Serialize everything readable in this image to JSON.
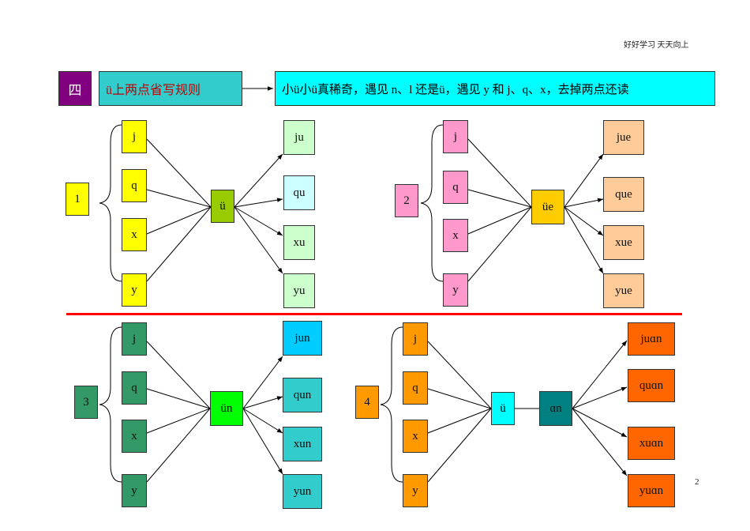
{
  "header": {
    "slogan": "好好学习 天天向上",
    "page_number": "2"
  },
  "title": {
    "number": "四",
    "label": "ü上两点省写规则",
    "rule": "小ü小ü真稀奇，遇见 n、l 还是ü，遇见 y 和 j、q、x，去掉两点还读"
  },
  "groups": [
    {
      "number": "1",
      "inputs": [
        "j",
        "q",
        "x",
        "y"
      ],
      "hub": "ü",
      "outputs": [
        "ju",
        "qu",
        "xu",
        "yu"
      ]
    },
    {
      "number": "2",
      "inputs": [
        "j",
        "q",
        "x",
        "y"
      ],
      "hub": "üe",
      "outputs": [
        "jue",
        "que",
        "xue",
        "yue"
      ]
    },
    {
      "number": "3",
      "inputs": [
        "j",
        "q",
        "x",
        "y"
      ],
      "hub": "ün",
      "outputs": [
        "jun",
        "qun",
        "xun",
        "yun"
      ]
    },
    {
      "number": "4",
      "inputs": [
        "j",
        "q",
        "x",
        "y"
      ],
      "hub": "ü",
      "hub2": "ɑn",
      "outputs": [
        "juɑn",
        "quɑn",
        "xuɑn",
        "yuɑn"
      ]
    }
  ],
  "colors": {
    "g1_input": "#ffff00",
    "g1_hub": "#99cc00",
    "g1_output_1": "#ccffcc",
    "g1_output_2": "#ccffff",
    "g2_input": "#ff99cc",
    "g2_hub": "#ffcc00",
    "g2_output": "#ffcc99",
    "g3_input": "#339966",
    "g3_hub": "#00ff00",
    "g3_output_1": "#00ccff",
    "g3_output_2": "#33cccc",
    "g4_input": "#ff9900",
    "g4_hub": "#00ffff",
    "g4_hub2": "#008080",
    "g4_output": "#ff6600",
    "divider": "#ff0000"
  }
}
